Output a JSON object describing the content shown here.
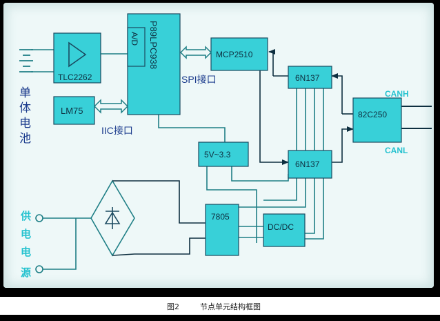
{
  "colors": {
    "block_fill": "#38d0d8",
    "block_stroke": "#1b4a60",
    "wire": "#1f7f86",
    "wire_dark": "#0e2f40",
    "label_blue": "#1a3a8c",
    "accent_cyan": "#25c2cf",
    "panel_bg": "#eef8f8"
  },
  "blocks": {
    "tlc2262": "TLC2262",
    "ad": "A/D",
    "p89": "P89LPC938",
    "mcp2510": "MCP2510",
    "lm75": "LM75",
    "opto_top": "6N137",
    "opto_bottom": "6N137",
    "can_ctrl": "82C250",
    "reg_5v_33": "5V~3.3",
    "reg_7805": "7805",
    "dcdc": "DC/DC"
  },
  "labels": {
    "battery": [
      "单",
      "体",
      "电",
      "池"
    ],
    "spi": "SPI接口",
    "iic": "IIC接口",
    "canh": "CANH",
    "canl": "CANL",
    "power_supply": [
      "供",
      "电",
      "电",
      "源"
    ]
  },
  "caption": {
    "figure": "图2",
    "title": "节点单元结构框图"
  }
}
